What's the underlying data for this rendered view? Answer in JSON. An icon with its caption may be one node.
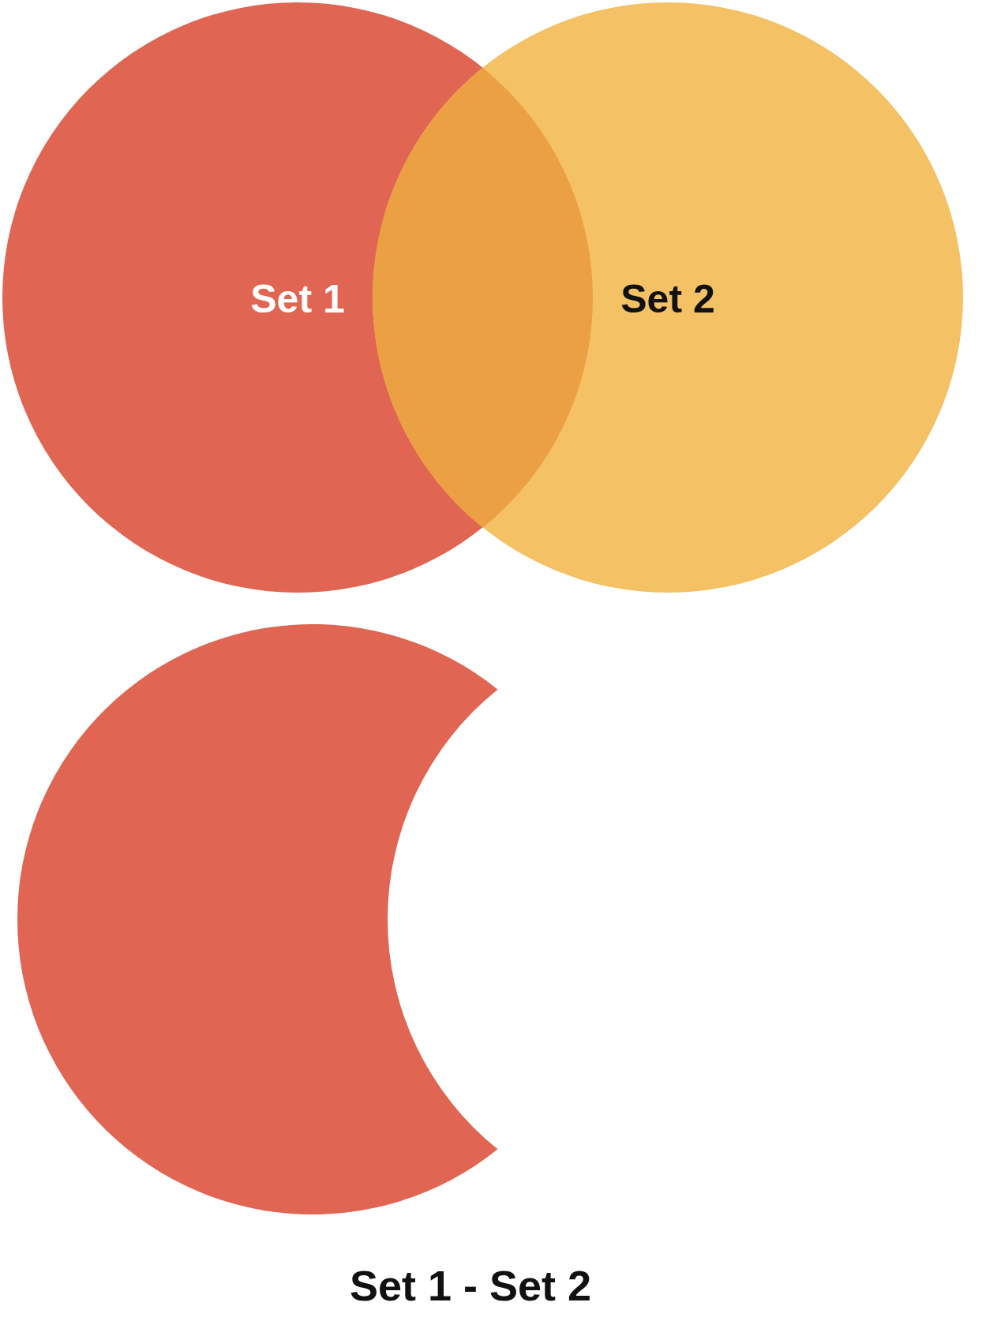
{
  "diagram": {
    "nodes": [
      {
        "text": [
          "Set 1"
        ]
      },
      {
        "text": [
          "Set 2"
        ]
      },
      {
        "text": [],
        "shape": "lens"
      },
      {
        "text": [],
        "shape": "crescent",
        "beside": [
          "Set 1 - Set 2"
        ]
      }
    ]
  }
}
